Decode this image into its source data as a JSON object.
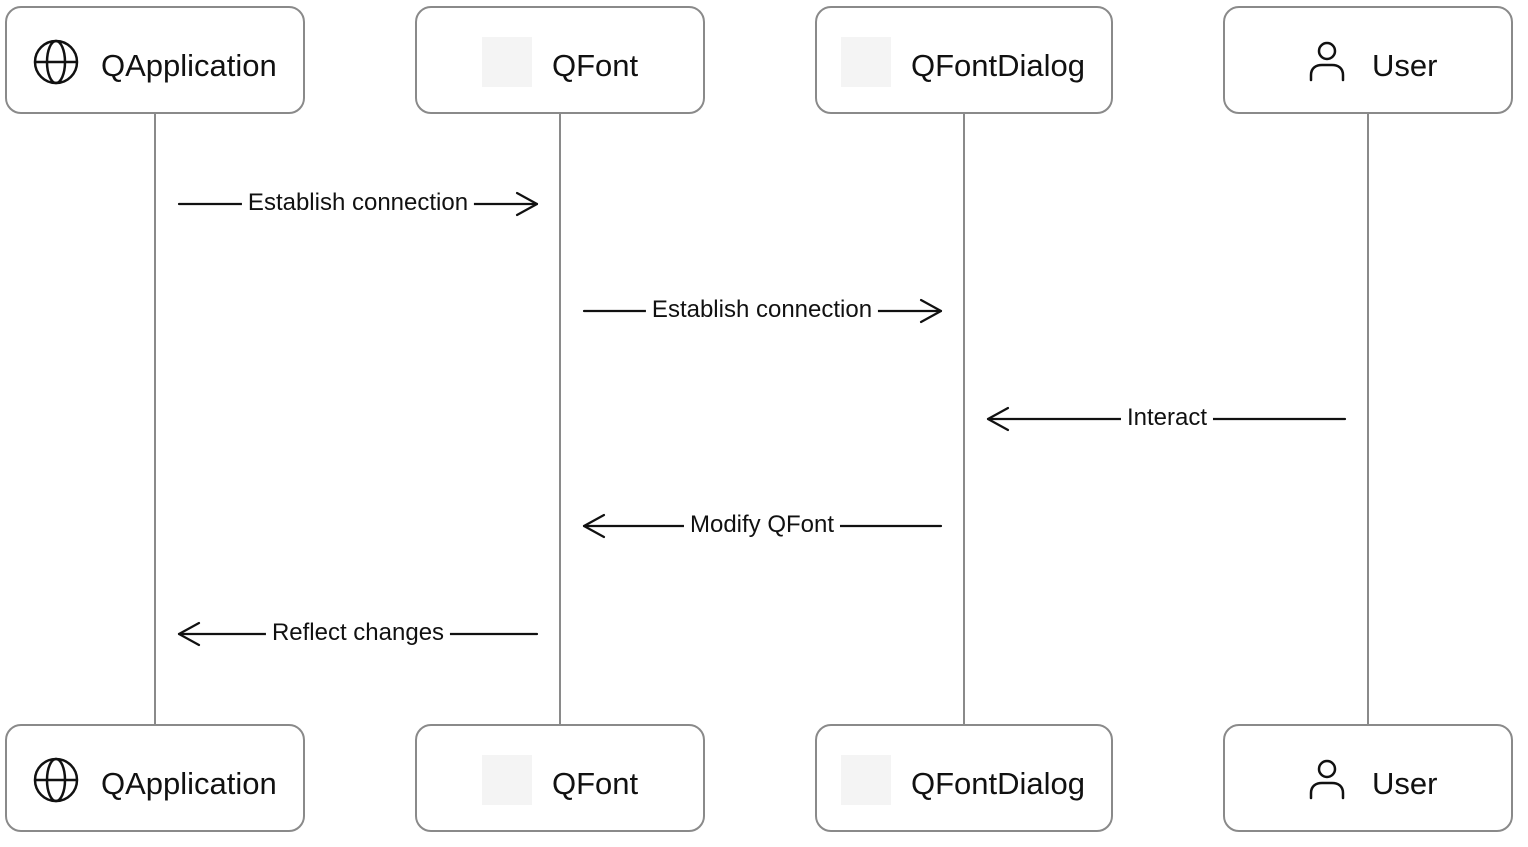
{
  "participants": [
    {
      "id": "qapplication",
      "label": "QApplication",
      "icon": "globe-icon"
    },
    {
      "id": "qfont",
      "label": "QFont",
      "icon": "blank-square-icon"
    },
    {
      "id": "qfontdialog",
      "label": "QFontDialog",
      "icon": "blank-square-icon"
    },
    {
      "id": "user",
      "label": "User",
      "icon": "person-icon"
    }
  ],
  "messages": [
    {
      "from": "QApplication",
      "to": "QFont",
      "label": "Establish connection"
    },
    {
      "from": "QFont",
      "to": "QFontDialog",
      "label": "Establish connection"
    },
    {
      "from": "User",
      "to": "QFontDialog",
      "label": "Interact"
    },
    {
      "from": "QFontDialog",
      "to": "QFont",
      "label": "Modify QFont"
    },
    {
      "from": "QFont",
      "to": "QApplication",
      "label": "Reflect changes"
    }
  ],
  "colors": {
    "border": "#8a8a8a",
    "text": "#111111",
    "icon_placeholder": "#f4f4f4"
  }
}
